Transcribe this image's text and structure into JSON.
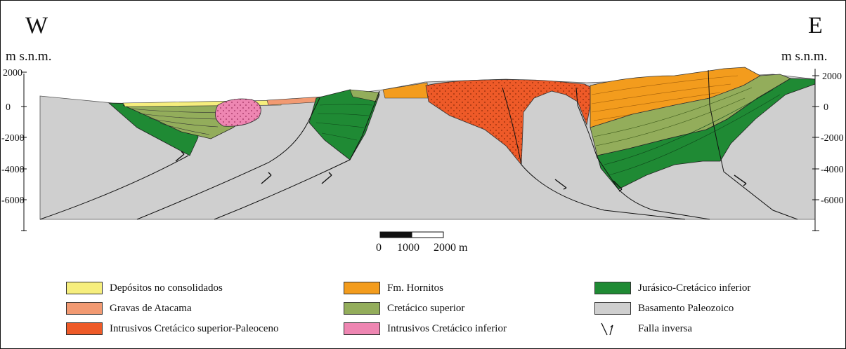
{
  "orientation": {
    "west": "W",
    "east": "E"
  },
  "axis": {
    "unit_left": "m s.n.m.",
    "unit_right": "m s.n.m.",
    "ticks_left": [
      "2000",
      "0",
      "-2000",
      "-4000",
      "-6000"
    ],
    "ticks_right": [
      "2000",
      "0",
      "-2000",
      "-4000",
      "-6000"
    ]
  },
  "scale_bar": {
    "labels": [
      "0",
      "1000",
      "2000 m"
    ]
  },
  "colors": {
    "depositos": "#f6ee7d",
    "gravas": "#f29a72",
    "intrusivo_sup": "#ee5a28",
    "hornitos": "#f39c1d",
    "cretacico_sup": "#93ad5b",
    "intrusivo_inf": "#ee86b2",
    "jurasico": "#1f8a34",
    "basamento": "#cfcfcf"
  },
  "legend": [
    {
      "label": "Depósitos no consolidados",
      "color": "#f6ee7d"
    },
    {
      "label": "Gravas de Atacama",
      "color": "#f29a72"
    },
    {
      "label": "Intrusivos Cretácico superior-Paleoceno",
      "color": "#ee5a28"
    },
    {
      "label": "Fm. Hornitos",
      "color": "#f39c1d"
    },
    {
      "label": "Cretácico superior",
      "color": "#93ad5b"
    },
    {
      "label": "Intrusivos Cretácico inferior",
      "color": "#ee86b2"
    },
    {
      "label": "Jurásico-Cretácico inferior",
      "color": "#1f8a34"
    },
    {
      "label": "Basamento Paleozoico",
      "color": "#cfcfcf"
    },
    {
      "label": "Falla inversa",
      "icon": "reverse-fault-icon"
    }
  ]
}
